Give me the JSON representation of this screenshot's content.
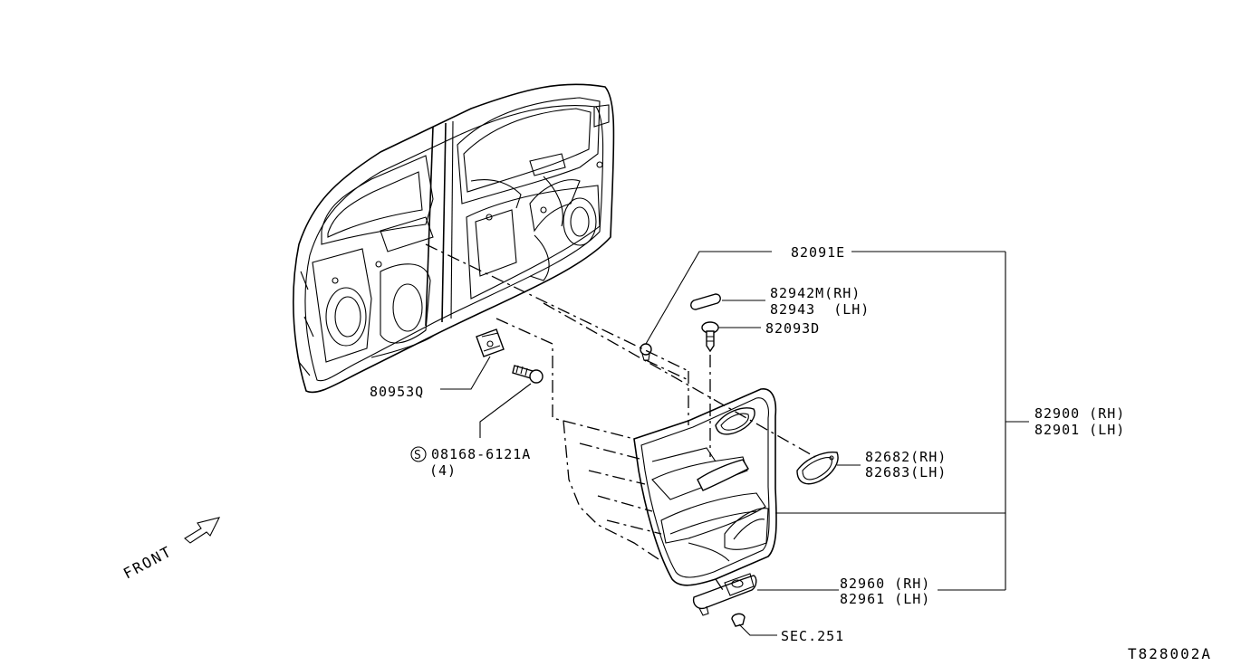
{
  "diagram_id": "T828002A",
  "front_label": "FRONT",
  "callouts": {
    "clip_82091E": {
      "part": "82091E"
    },
    "finisher_sub": {
      "rh": "82942M(RH)",
      "lh": "82943  (LH)"
    },
    "clip_82093D": {
      "part": "82093D"
    },
    "bracket_80953Q": {
      "part": "80953Q"
    },
    "screw_08168": {
      "symbol": "S",
      "part": "08168-6121A",
      "qty": "(4)"
    },
    "door_finisher": {
      "rh": "82900 (RH)",
      "lh": "82901 (LH)"
    },
    "handle_escutcheon": {
      "rh": "82682(RH)",
      "lh": "82683(LH)"
    },
    "arm_rest_82960": {
      "rh": "82960 (RH)",
      "lh": "82961 (LH)"
    },
    "sec_ref": {
      "label": "SEC.251"
    }
  }
}
